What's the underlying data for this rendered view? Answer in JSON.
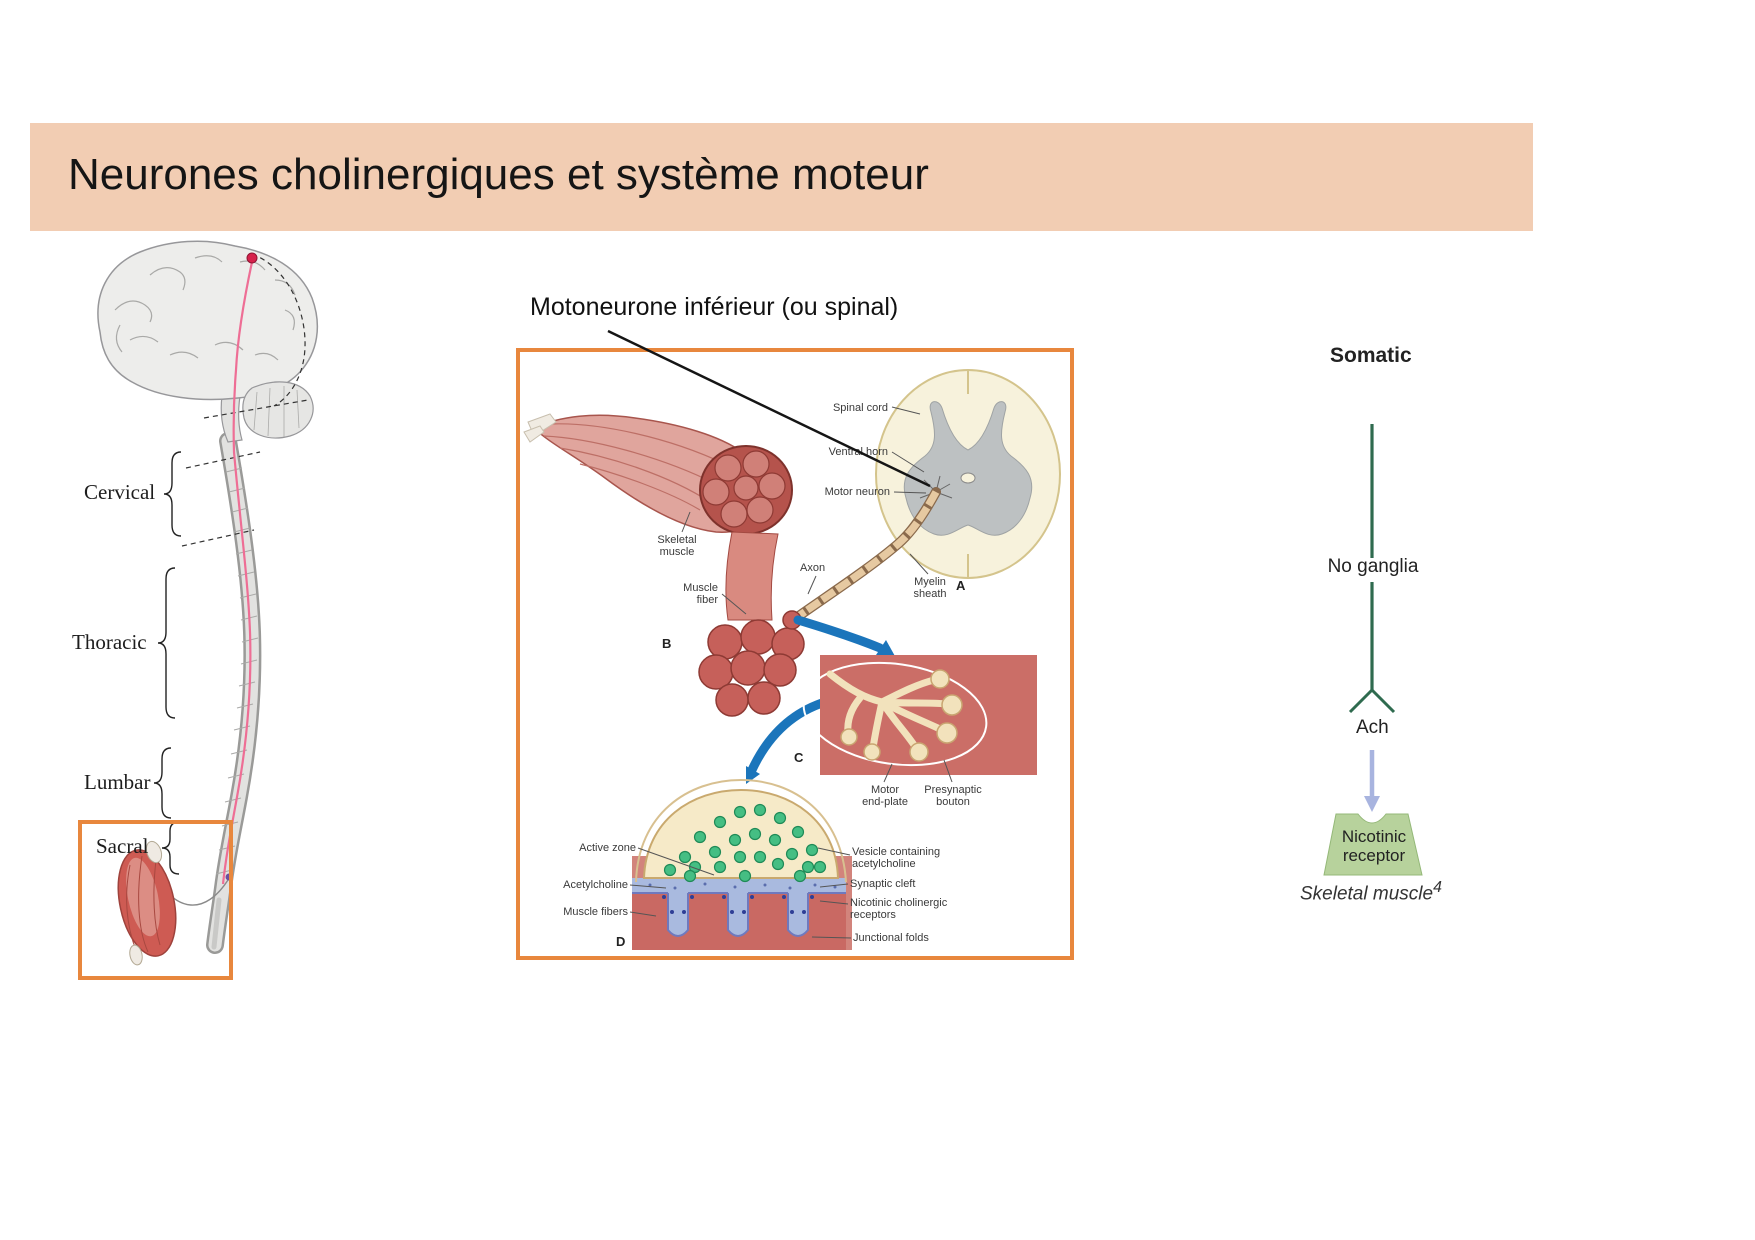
{
  "slide": {
    "title": "Neurones cholinergiques et système moteur"
  },
  "annotation": {
    "motoneuron_label": "Motoneurone inférieur (ou spinal)"
  },
  "cns_figure": {
    "cervical": "Cervical",
    "thoracic": "Thoracic",
    "lumbar": "Lumbar",
    "sacral": "Sacral"
  },
  "nmj_figure": {
    "spinal_cord": "Spinal cord",
    "ventral_horn": "Ventral horn",
    "motor_neuron": "Motor neuron",
    "skeletal_muscle": "Skeletal\nmuscle",
    "muscle_fiber": "Muscle\nfiber",
    "axon": "Axon",
    "myelin_sheath": "Myelin\nsheath",
    "panel_a": "A",
    "panel_b": "B",
    "panel_c": "C",
    "panel_d": "D",
    "motor_end_plate": "Motor\nend-plate",
    "presynaptic_bouton": "Presynaptic\nbouton",
    "active_zone": "Active zone",
    "acetylcholine": "Acetylcholine",
    "muscle_fibers": "Muscle fibers",
    "vesicle_containing": "Vesicle containing\nacetylcholine",
    "synaptic_cleft": "Synaptic cleft",
    "nicotinic_receptors": "Nicotinic cholinergic\nreceptors",
    "junctional_folds": "Junctional folds"
  },
  "somatic_figure": {
    "title": "Somatic",
    "no_ganglia": "No ganglia",
    "ach": "Ach",
    "receptor": "Nicotinic\nreceptor",
    "muscle": "Skeletal muscle",
    "muscle_ref": "4"
  },
  "colors": {
    "banner": "#F2CDB3",
    "accent_orange": "#E8873D",
    "somatic_green": "#2F6B4F",
    "ach_arrow_lavender": "#A8B4DF",
    "receptor_green": "#B7D29C",
    "flow_arrow_blue": "#1B75BB"
  }
}
